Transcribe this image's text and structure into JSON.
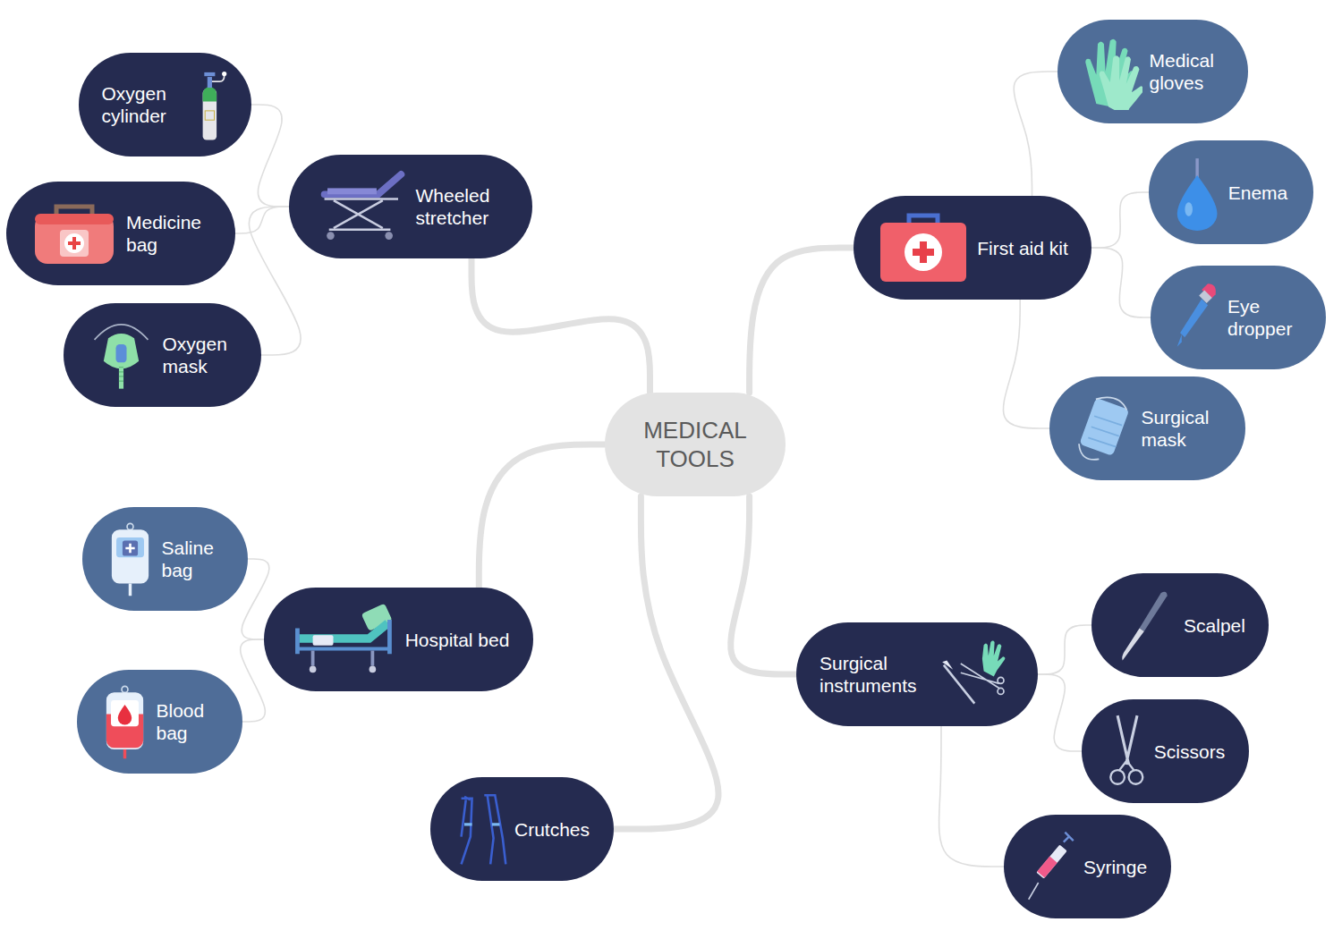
{
  "diagram": {
    "nodes": [
      {
        "text": [
          "MEDICAL TOOLS"
        ]
      },
      {
        "text": [
          "Wheeled stretcher"
        ]
      },
      {
        "text": [
          "Oxygen cylinder"
        ]
      },
      {
        "text": [
          "Medicine bag"
        ]
      },
      {
        "text": [
          "Oxygen mask"
        ]
      },
      {
        "text": [
          "First aid kit"
        ]
      },
      {
        "text": [
          "Medical gloves"
        ]
      },
      {
        "text": [
          "Enema"
        ]
      },
      {
        "text": [
          "Eye dropper"
        ]
      },
      {
        "text": [
          "Surgical mask"
        ]
      },
      {
        "text": [
          "Hospital bed"
        ]
      },
      {
        "text": [
          "Saline bag"
        ]
      },
      {
        "text": [
          "Blood bag"
        ]
      },
      {
        "text": [
          "Crutches"
        ]
      },
      {
        "text": [
          "Surgical instruments"
        ]
      },
      {
        "text": [
          "Scalpel"
        ]
      },
      {
        "text": [
          "Scissors"
        ]
      },
      {
        "text": [
          "Syringe"
        ]
      }
    ],
    "edges": [
      {
        "from": 0,
        "to": 1,
        "arrow": "none"
      },
      {
        "from": 1,
        "to": 2,
        "arrow": "none"
      },
      {
        "from": 1,
        "to": 3,
        "arrow": "none"
      },
      {
        "from": 1,
        "to": 4,
        "arrow": "none"
      },
      {
        "from": 0,
        "to": 5,
        "arrow": "none"
      },
      {
        "from": 5,
        "to": 6,
        "arrow": "none"
      },
      {
        "from": 5,
        "to": 7,
        "arrow": "none"
      },
      {
        "from": 5,
        "to": 8,
        "arrow": "none"
      },
      {
        "from": 5,
        "to": 9,
        "arrow": "none"
      },
      {
        "from": 0,
        "to": 10,
        "arrow": "none"
      },
      {
        "from": 10,
        "to": 11,
        "arrow": "none"
      },
      {
        "from": 10,
        "to": 12,
        "arrow": "none"
      },
      {
        "from": 0,
        "to": 13,
        "arrow": "none"
      },
      {
        "from": 0,
        "to": 14,
        "arrow": "none"
      },
      {
        "from": 14,
        "to": 15,
        "arrow": "none"
      },
      {
        "from": 14,
        "to": 16,
        "arrow": "none"
      },
      {
        "from": 14,
        "to": 17,
        "arrow": "none"
      }
    ]
  }
}
